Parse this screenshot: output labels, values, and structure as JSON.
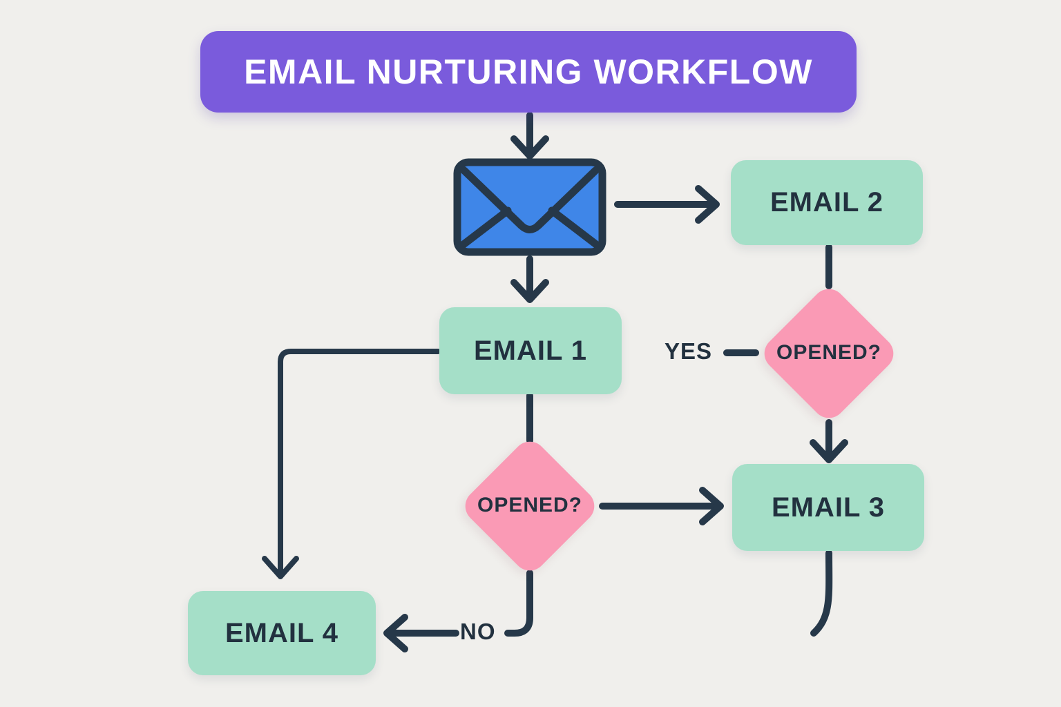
{
  "title": {
    "label": "EMAIL NURTURING WORKFLOW"
  },
  "nodes": {
    "email1": {
      "label": "EMAIL 1",
      "type": "step"
    },
    "email2": {
      "label": "EMAIL 2",
      "type": "step"
    },
    "email3": {
      "label": "EMAIL 3",
      "type": "step"
    },
    "email4": {
      "label": "EMAIL 4",
      "type": "step"
    },
    "decision_top": {
      "label": "OPENED?",
      "type": "decision"
    },
    "decision_bottom": {
      "label": "OPENED?",
      "type": "decision"
    }
  },
  "edge_labels": {
    "yes": "YES",
    "no": "NO"
  },
  "icons": {
    "start_node": "envelope-icon"
  },
  "colors": {
    "background": "#f0efec",
    "banner_fill": "#7a5bdc",
    "step_fill": "#a5dfc8",
    "decision_fill": "#fa9ab5",
    "envelope_fill": "#3f86e8",
    "connector": "#263849",
    "title_text": "#ffffff",
    "node_text": "#22313f"
  }
}
